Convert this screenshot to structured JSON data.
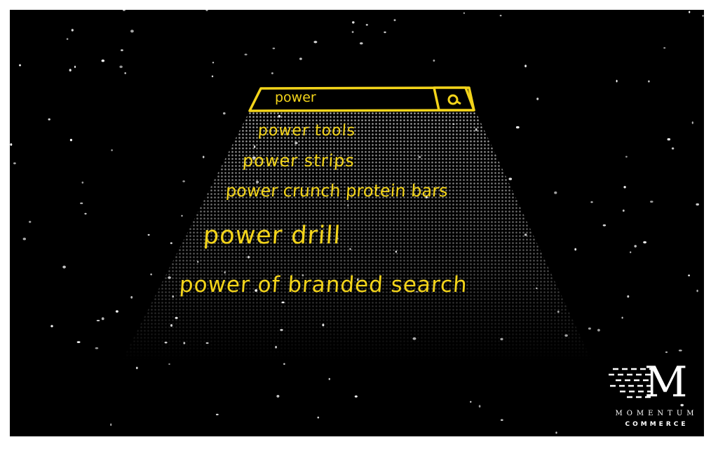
{
  "search": {
    "query": "power",
    "icon": "search-icon"
  },
  "suggestions": [
    {
      "text": "power tools"
    },
    {
      "text": "power strips"
    },
    {
      "text": "power crunch protein bars"
    },
    {
      "text": "power drill"
    },
    {
      "text": "power of branded search"
    }
  ],
  "logo": {
    "wordmark": "MOMENTUM",
    "subtitle": "COMMERCE",
    "letter": "M"
  },
  "colors": {
    "accent": "#f3d41a",
    "background": "#000000",
    "stars": "#ffffff"
  }
}
